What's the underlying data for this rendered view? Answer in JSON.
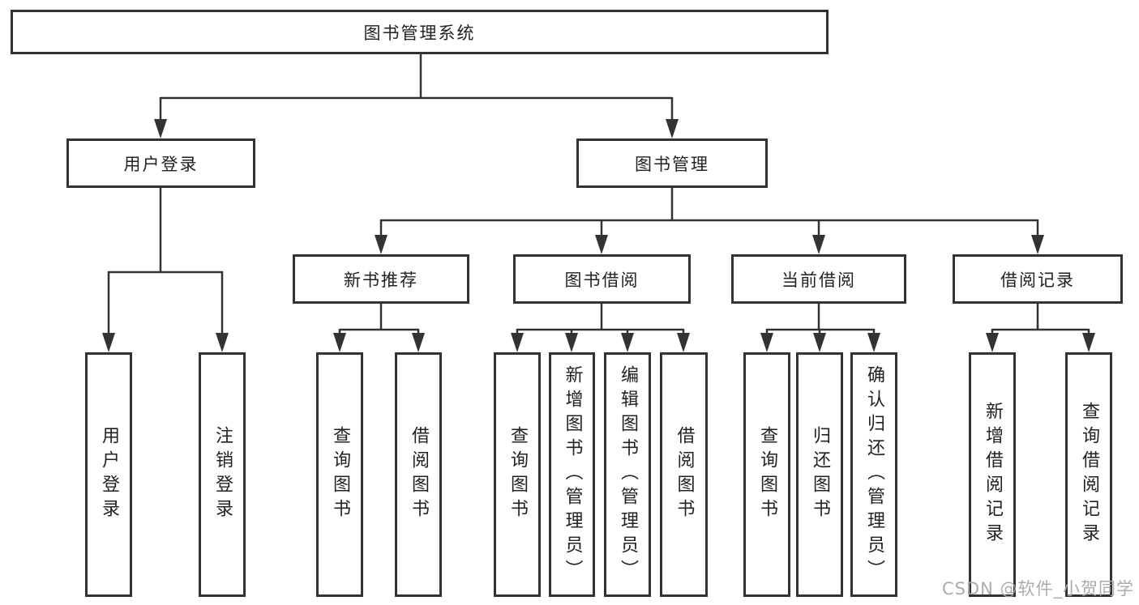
{
  "root": {
    "label": "图书管理系统"
  },
  "branches": {
    "user_login": {
      "label": "用户登录"
    },
    "book_management": {
      "label": "图书管理"
    }
  },
  "modules": {
    "new_book": {
      "label": "新书推荐"
    },
    "book_borrow": {
      "label": "图书借阅"
    },
    "current_borrow": {
      "label": "当前借阅"
    },
    "borrow_record": {
      "label": "借阅记录"
    }
  },
  "leaves": {
    "user_login": [
      "用户登录",
      "注销登录"
    ],
    "new_book": [
      "查询图书",
      "借阅图书"
    ],
    "book_borrow": [
      "查询图书",
      "新增图书（管理员）",
      "编辑图书（管理员）",
      "借阅图书"
    ],
    "current_borrow": [
      "查询图书",
      "归还图书",
      "确认归还（管理员）"
    ],
    "borrow_record": [
      "新增借阅记录",
      "查询借阅记录"
    ]
  },
  "watermark": {
    "text": "CSDN @软件_小贺同学"
  },
  "colors": {
    "line": "#333333",
    "box_border": "#333333",
    "text": "#222222",
    "watermark": "#a8a8a8",
    "background": "#ffffff"
  }
}
